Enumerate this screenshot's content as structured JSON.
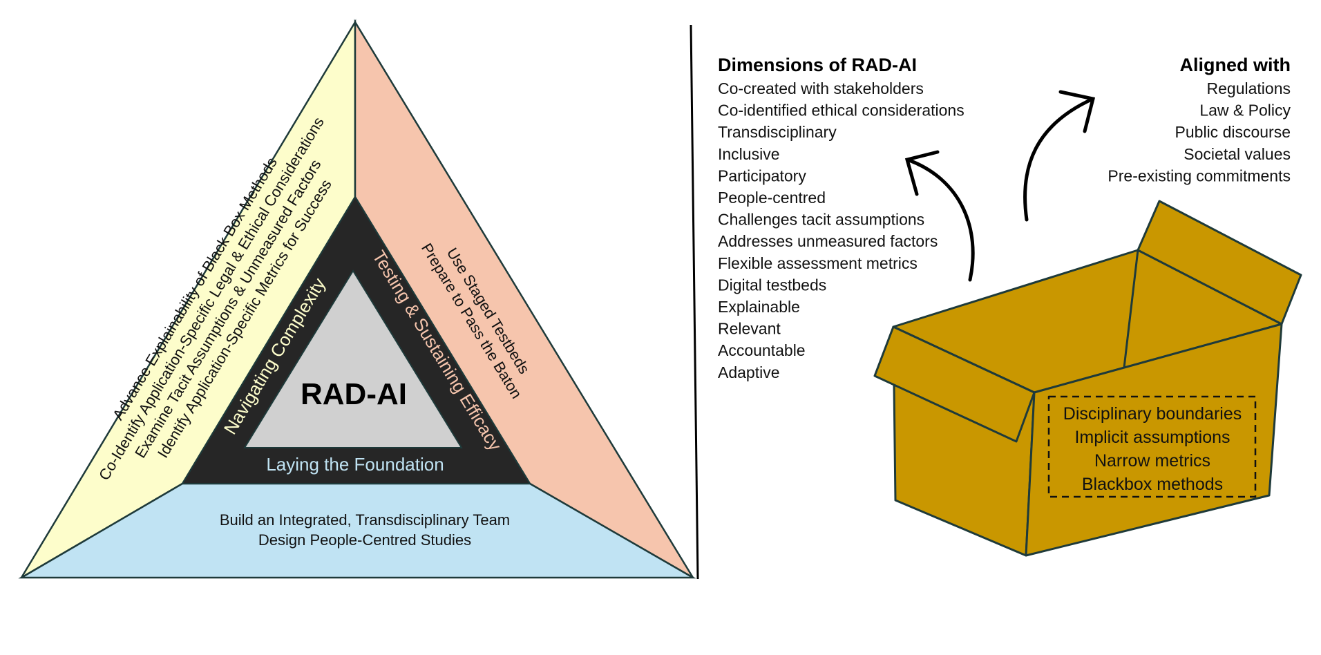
{
  "colors": {
    "left_band": "#FDFDCB",
    "right_band": "#F6C5AD",
    "bottom_band": "#C0E3F3",
    "inner_band": "#262626",
    "core": "#D0D0D0",
    "box": "#C99700",
    "outline": "#1E3A3A",
    "navigating_text": "#FDFDCB",
    "testing_text": "#F6C5AD",
    "foundation_text": "#C0E3F3"
  },
  "triangle": {
    "core_title": "RAD-AI",
    "navigating_label": "Navigating Complexity",
    "testing_label": "Testing & Sustaining Efficacy",
    "foundation_label": "Laying the Foundation",
    "left_items": [
      "Advance Explainability of Black Box Methods",
      "Co-Identify Application-Specific Legal & Ethical Considerations",
      "Examine Tacit Assumptions & Unmeasured Factors",
      "Identify Application-Specific Metrics for Success"
    ],
    "right_items": [
      "Use Staged Testbeds",
      "Prepare to Pass the Baton"
    ],
    "bottom_items": [
      "Build an Integrated, Transdisciplinary Team",
      "Design People-Centred Studies"
    ]
  },
  "dimensions": {
    "title": "Dimensions of RAD-AI",
    "items": [
      "Co-created with stakeholders",
      "Co-identified ethical considerations",
      "Transdisciplinary",
      "Inclusive",
      "Participatory",
      "People-centred",
      "Challenges tacit assumptions",
      "Addresses unmeasured factors",
      "Flexible assessment  metrics",
      "Digital testbeds",
      "Explainable",
      "Relevant",
      "Accountable",
      "Adaptive"
    ]
  },
  "aligned": {
    "title": "Aligned with",
    "items": [
      "Regulations",
      "Law & Policy",
      "Public discourse",
      "Societal values",
      "Pre-existing commitments"
    ]
  },
  "box": {
    "items": [
      "Disciplinary boundaries",
      "Implicit assumptions",
      "Narrow metrics",
      "Blackbox methods"
    ]
  }
}
